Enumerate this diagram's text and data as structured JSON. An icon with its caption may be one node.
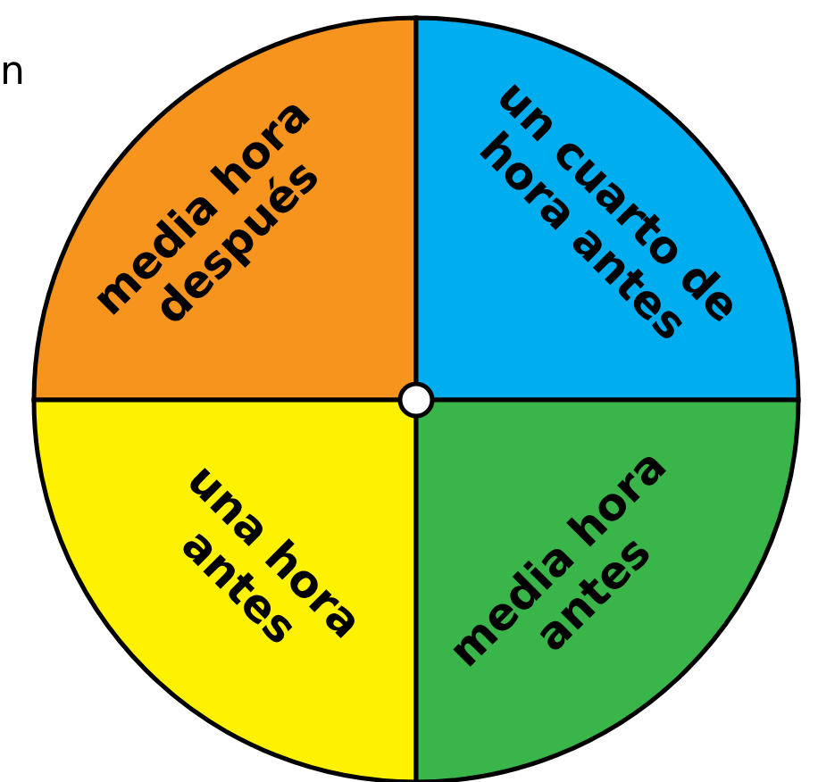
{
  "diagram": {
    "nodes": [
      {
        "text": [
          "media hora después"
        ]
      },
      {
        "text": [
          "un cuarto de hora antes"
        ]
      },
      {
        "text": [
          "una hora antes"
        ]
      },
      {
        "text": [
          "media hora antes"
        ]
      }
    ],
    "labels": [
      "n"
    ]
  }
}
